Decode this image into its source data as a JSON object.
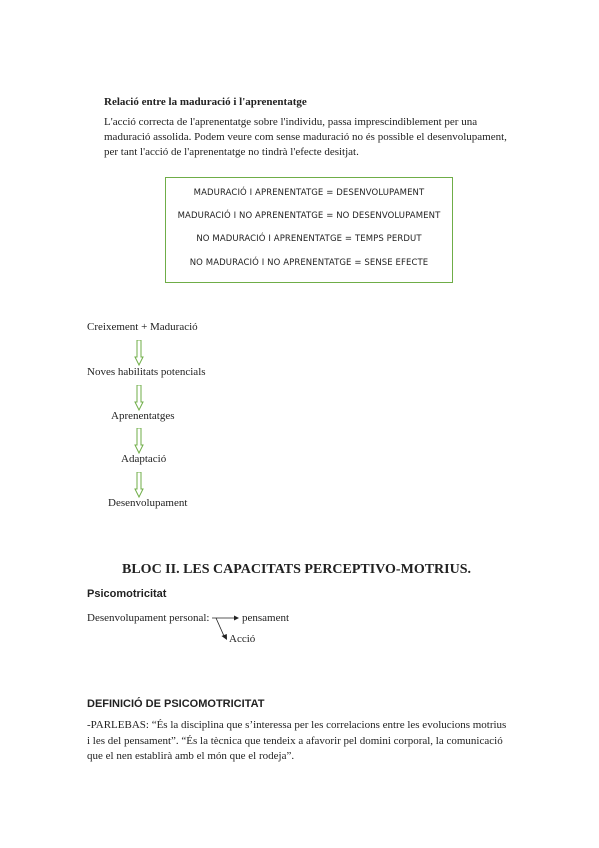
{
  "section1": {
    "heading": "Relació entre la maduració i l'aprenentatge",
    "para": [
      "L'acció correcta de l'aprenentatge sobre l'individu, passa imprescindiblement per una",
      "maduració assolida. Podem veure com sense maduració no és possible el desenvolupament,",
      "per tant l'acció de l'aprenentatge no tindrà l'efecte desitjat."
    ]
  },
  "box": {
    "lines": [
      "MADURACIÓ I APRENENTATGE = DESENVOLUPAMENT",
      "MADURACIÓ I NO APRENENTATGE = NO DESENVOLUPAMENT",
      "NO MADURACIÓ I APRENENTATGE = TEMPS PERDUT",
      "NO MADURACIÓ I NO APRENENTATGE = SENSE EFECTE"
    ]
  },
  "flow": {
    "steps": [
      "Creixement + Maduració",
      "Noves habilitats potencials",
      "Aprenentatges",
      "Adaptació",
      "Desenvolupament"
    ],
    "arrow_color": "#6fad47"
  },
  "bloc": {
    "title": "BLOC II. LES CAPACITATS PERCEPTIVO-MOTRIUS.",
    "subtitle": "Psicomotricitat",
    "personal_label": "Desenvolupament personal:",
    "branch_top": "pensament",
    "branch_bottom": "Acció"
  },
  "definicio": {
    "heading": "DEFINICIÓ DE PSICOMOTRICITAT",
    "lines": [
      "-PARLEBAS: “És la disciplina que s’interessa per les correlacions entre les evolucions motrius",
      "i les del pensament”. “És la tècnica que tendeix a afavorir pel domini corporal, la comunicació",
      "que el nen establirà amb el món que el rodeja”."
    ]
  }
}
